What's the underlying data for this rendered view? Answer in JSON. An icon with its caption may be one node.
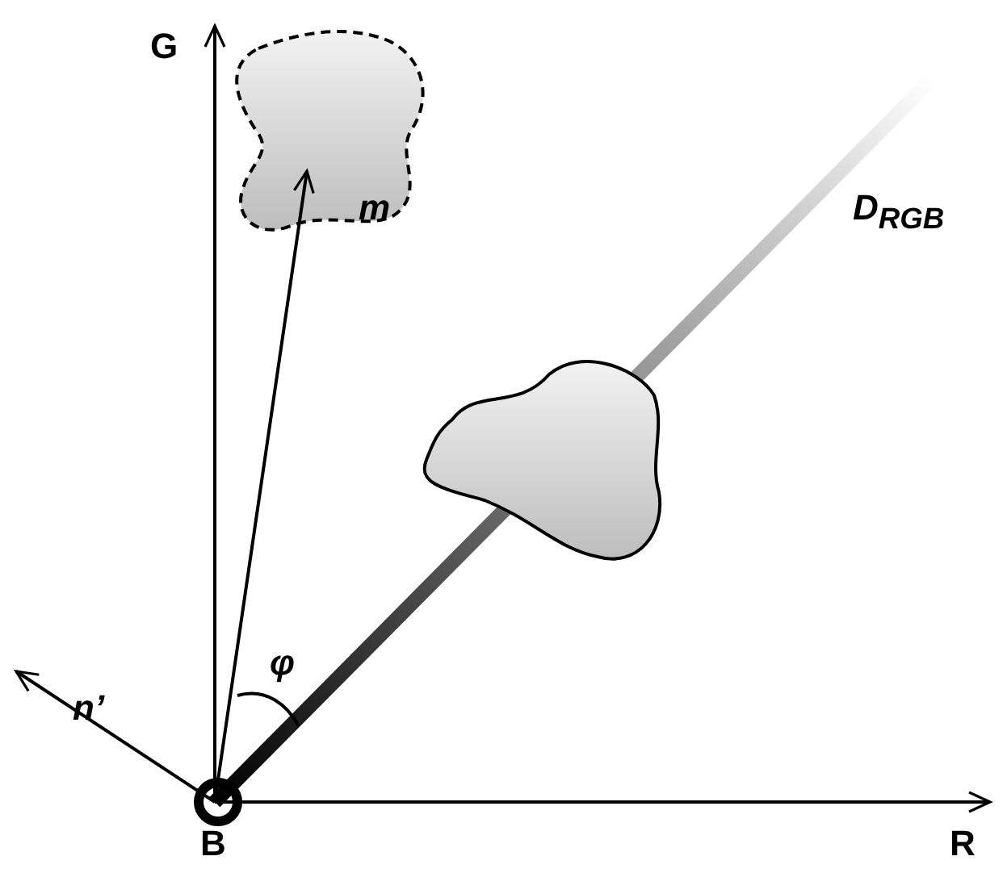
{
  "diagram": {
    "nodes": [
      {
        "text": [],
        "shape": "cloud"
      },
      {
        "text": [],
        "shape": "cloud"
      }
    ],
    "labels": [
      "G",
      "m",
      "D$_{RGB}$",
      "φ",
      "n’",
      "B",
      "R"
    ]
  }
}
